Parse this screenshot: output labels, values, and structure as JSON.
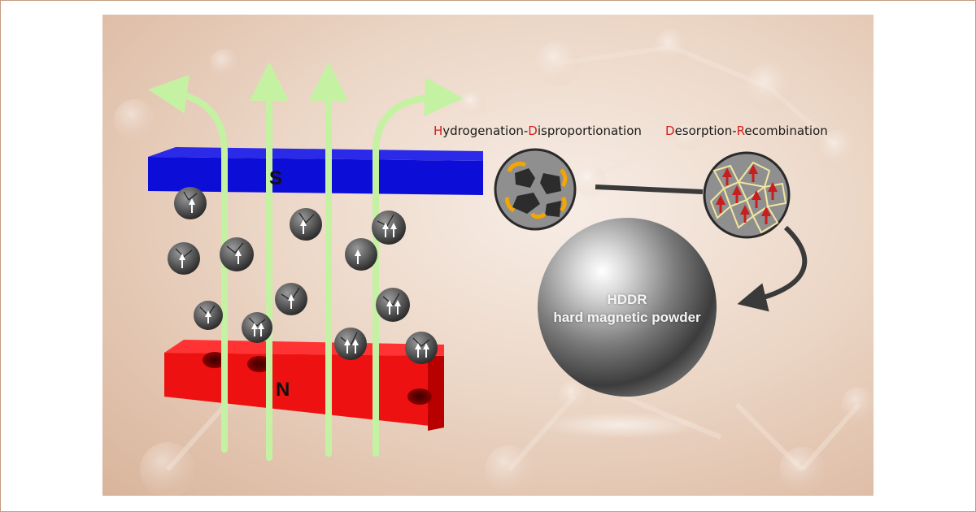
{
  "labels": {
    "hd_initial_h": "H",
    "hd_part1": "ydrogenation-",
    "hd_initial_d": "D",
    "hd_part2": "isproportionation",
    "dr_initial_d": "D",
    "dr_part1": "esorption-",
    "dr_initial_r": "R",
    "dr_part2": "ecombination",
    "pole_south": "S",
    "pole_north": "N",
    "product_line1": "HDDR",
    "product_line2": "hard magnetic powder"
  },
  "colors": {
    "south_pole": "#1010e6",
    "north_pole": "#ee1111",
    "field_lines": "#c4f2a2",
    "initial_letters": "#d41e1e",
    "grain_arrows": "#c81e1e",
    "disproportionation_phase": "#f5a500",
    "process_arrow": "#3a3a3a"
  },
  "icons": {
    "particle": "cracked-sphere-icon",
    "moment": "up-arrow-icon",
    "grain_map": "grain-structure-icon",
    "phases": "disproportionated-phases-icon"
  }
}
